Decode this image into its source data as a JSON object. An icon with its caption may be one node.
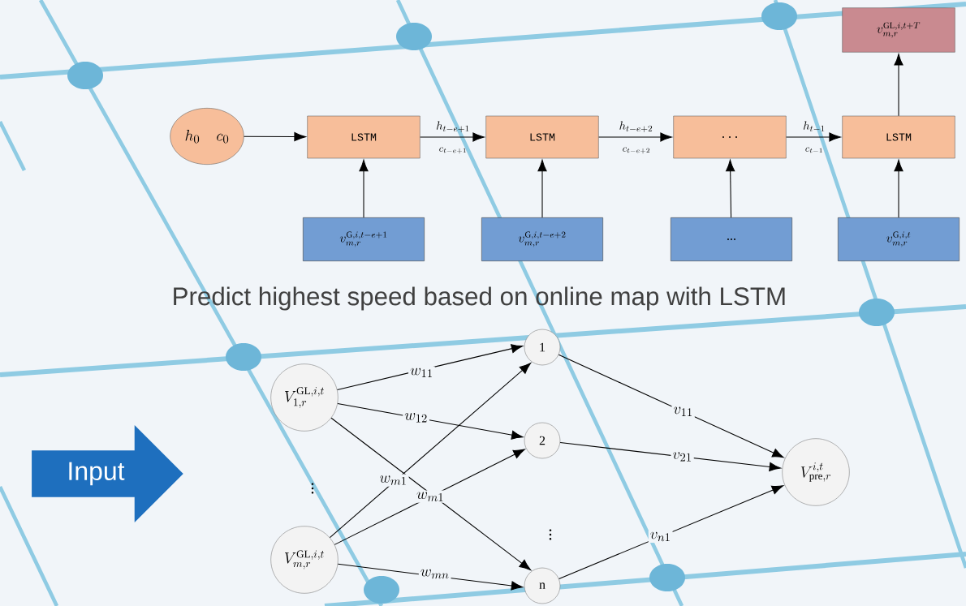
{
  "diagram": {
    "nodes": [
      {
        "text": [
          "h_{0}\\quad c_{0}"
        ]
      },
      {
        "text": [
          "LSTM"
        ]
      },
      {
        "text": [
          "LSTM"
        ]
      },
      {
        "text": [
          "..."
        ]
      },
      {
        "text": [
          "LSTM"
        ]
      },
      {
        "text": [
          "v_{m,r}^{\\mathrm{GL},i,t+T}"
        ]
      },
      {
        "text": [
          "v_{m,r}^{\\mathrm{G},i,t-e+1}"
        ]
      },
      {
        "text": [
          "v_{m,r}^{\\mathrm{G},i,t-e+2}"
        ]
      },
      {
        "text": [
          "..."
        ]
      },
      {
        "text": [
          "v_{m,r}^{\\mathrm{G},i,t}"
        ]
      },
      {
        "text": [
          "Input"
        ]
      },
      {
        "text": [
          "V_{1,r}^{\\mathrm{GL},i,t}"
        ]
      },
      {
        "text": [
          "V_{m,r}^{\\mathrm{GL},i,t}"
        ]
      },
      {
        "text": [
          "1"
        ]
      },
      {
        "text": [
          "2"
        ]
      },
      {
        "text": [
          "n"
        ]
      },
      {
        "text": [
          "V_{\\mathrm{pre},r}^{i,t}"
        ]
      }
    ],
    "edges": [
      {
        "from": 0,
        "to": 1,
        "arrow": "to"
      },
      {
        "from": 1,
        "to": 2,
        "arrow": "to",
        "label": "h_{t-e+1}"
      },
      {
        "from": 2,
        "to": 3,
        "arrow": "to",
        "label": "h_{t-e+2}"
      },
      {
        "from": 3,
        "to": 4,
        "arrow": "to",
        "label": "h_{t-1}"
      },
      {
        "from": 4,
        "to": 5,
        "arrow": "to"
      },
      {
        "from": 6,
        "to": 1,
        "arrow": "to"
      },
      {
        "from": 7,
        "to": 2,
        "arrow": "to"
      },
      {
        "from": 8,
        "to": 3,
        "arrow": "to"
      },
      {
        "from": 9,
        "to": 4,
        "arrow": "to"
      },
      {
        "from": 11,
        "to": 13,
        "arrow": "to",
        "label": "w_{11}"
      },
      {
        "from": 11,
        "to": 14,
        "arrow": "to",
        "label": "w_{12}"
      },
      {
        "from": 11,
        "to": 15,
        "arrow": "to"
      },
      {
        "from": 12,
        "to": 13,
        "arrow": "to",
        "label": "w_{m1}"
      },
      {
        "from": 12,
        "to": 14,
        "arrow": "to",
        "label": "w_{m1}"
      },
      {
        "from": 12,
        "to": 15,
        "arrow": "to",
        "label": "w_{mn}"
      },
      {
        "from": 13,
        "to": 16,
        "arrow": "to",
        "label": "v_{11}"
      },
      {
        "from": 14,
        "to": 16,
        "arrow": "to",
        "label": "v_{21}"
      },
      {
        "from": 15,
        "to": 16,
        "arrow": "to",
        "label": "v_{n1}"
      }
    ],
    "labels": [
      "c_{t-e+1}",
      "c_{t-e+2}",
      "c_{t-1}",
      "Predict highest speed based on online map with LSTM",
      "\\vdots",
      "\\vdots"
    ]
  }
}
